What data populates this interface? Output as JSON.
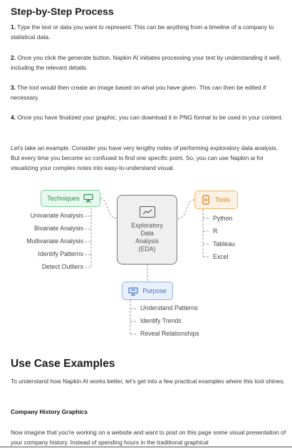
{
  "section1": {
    "title": "Step-by-Step Process",
    "steps": [
      {
        "num": "1.",
        "text": " Type the text or data you want to represent. This can be anything from a timeline of a company to statistical data."
      },
      {
        "num": "2.",
        "text": " Once you click the generate button, Napkin AI initiates processing your text by understanding it well, including the relevant details."
      },
      {
        "num": "3.",
        "text": " The tool would then create an image based on what you have given. This can then be edited if necessary."
      },
      {
        "num": "4.",
        "text": " Once you have finalized your graphic, you can download it in PNG format to be used in your content."
      }
    ],
    "example_paragraph": "Let's take an example. Consider you have very lengthy notes of performing exploratory data analysis. But every time you become so confused to find one specific point. So, you can use Napkin ai for visualizing your complex notes into easy-to-understand visual."
  },
  "diagram": {
    "center": {
      "line1": "Exploratory",
      "line2": "Data",
      "line3": "Analysis",
      "line4": "(EDA)",
      "icon": "chart-line-icon"
    },
    "techniques": {
      "label": "Techniques",
      "icon": "easel-icon",
      "color": "#2e8f53",
      "items": [
        "Univariate Analysis",
        "Bivariate Analysis",
        "Multivariate Analysis",
        "Identify Patterns",
        "Detect Outliers"
      ]
    },
    "tools": {
      "label": "Tools",
      "icon": "device-icon",
      "color": "#d7801f",
      "items": [
        "Python",
        "R",
        "Tableau",
        "Excel"
      ]
    },
    "purpose": {
      "label": "Purpose",
      "icon": "presentation-icon",
      "color": "#3a6fcf",
      "items": [
        "Understand Patterns",
        "Identify Trends",
        "Reveal Relationships"
      ]
    }
  },
  "section2": {
    "title": "Use Case Examples",
    "intro": "To understand how Napkin AI works better, let's get into a few practical examples where this tool shines.",
    "subheading": "Company History Graphics",
    "body": "Now imagine that you're working on a website and want to post on this page some visual presentation of your company history. Instead of spending hours in the traditional graphical"
  }
}
